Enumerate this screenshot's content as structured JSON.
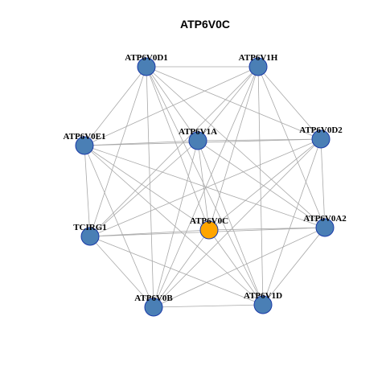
{
  "title": "ATP6V0C",
  "colors": {
    "node_default": "#4a7fb5",
    "node_center": "#ffa500",
    "node_border": "#1a3aa8",
    "edge": "#a8a8a8"
  },
  "nodes": [
    {
      "id": "ATP6V0D1",
      "label": "ATP6V0D1",
      "center": false
    },
    {
      "id": "ATP6V1H",
      "label": "ATP6V1H",
      "center": false
    },
    {
      "id": "ATP6V0E1",
      "label": "ATP6V0E1",
      "center": false
    },
    {
      "id": "ATP6V1A",
      "label": "ATP6V1A",
      "center": false
    },
    {
      "id": "ATP6V0D2",
      "label": "ATP6V0D2",
      "center": false
    },
    {
      "id": "TCIRG1",
      "label": "TCIRG1",
      "center": false
    },
    {
      "id": "ATP6V0C",
      "label": "ATP6V0C",
      "center": true
    },
    {
      "id": "ATP6V0A2",
      "label": "ATP6V0A2",
      "center": false
    },
    {
      "id": "ATP6V0B",
      "label": "ATP6V0B",
      "center": false
    },
    {
      "id": "ATP6V1D",
      "label": "ATP6V1D",
      "center": false
    }
  ],
  "edges": [
    [
      "ATP6V0D1",
      "ATP6V1H"
    ],
    [
      "ATP6V0D1",
      "ATP6V1A"
    ],
    [
      "ATP6V0D1",
      "ATP6V0D2"
    ],
    [
      "ATP6V0D1",
      "TCIRG1"
    ],
    [
      "ATP6V0D1",
      "ATP6V0C"
    ],
    [
      "ATP6V0D1",
      "ATP6V0A2"
    ],
    [
      "ATP6V0D1",
      "ATP6V0B"
    ],
    [
      "ATP6V0D1",
      "ATP6V1D"
    ],
    [
      "ATP6V0D1",
      "ATP6V0E1"
    ],
    [
      "ATP6V1H",
      "ATP6V0E1"
    ],
    [
      "ATP6V1H",
      "ATP6V1A"
    ],
    [
      "ATP6V1H",
      "ATP6V0D2"
    ],
    [
      "ATP6V1H",
      "TCIRG1"
    ],
    [
      "ATP6V1H",
      "ATP6V0C"
    ],
    [
      "ATP6V1H",
      "ATP6V0A2"
    ],
    [
      "ATP6V1H",
      "ATP6V0B"
    ],
    [
      "ATP6V1H",
      "ATP6V1D"
    ],
    [
      "ATP6V0E1",
      "ATP6V1A"
    ],
    [
      "ATP6V0E1",
      "ATP6V0D2"
    ],
    [
      "ATP6V0E1",
      "TCIRG1"
    ],
    [
      "ATP6V0E1",
      "ATP6V0C"
    ],
    [
      "ATP6V0E1",
      "ATP6V0A2"
    ],
    [
      "ATP6V0E1",
      "ATP6V0B"
    ],
    [
      "ATP6V0E1",
      "ATP6V1D"
    ],
    [
      "ATP6V1A",
      "ATP6V0D2"
    ],
    [
      "ATP6V1A",
      "TCIRG1"
    ],
    [
      "ATP6V1A",
      "ATP6V0C"
    ],
    [
      "ATP6V1A",
      "ATP6V0A2"
    ],
    [
      "ATP6V1A",
      "ATP6V0B"
    ],
    [
      "ATP6V1A",
      "ATP6V1D"
    ],
    [
      "ATP6V0D2",
      "TCIRG1"
    ],
    [
      "ATP6V0D2",
      "ATP6V0C"
    ],
    [
      "ATP6V0D2",
      "ATP6V0A2"
    ],
    [
      "ATP6V0D2",
      "ATP6V0B"
    ],
    [
      "ATP6V0D2",
      "ATP6V1D"
    ],
    [
      "TCIRG1",
      "ATP6V0C"
    ],
    [
      "TCIRG1",
      "ATP6V0A2"
    ],
    [
      "TCIRG1",
      "ATP6V0B"
    ],
    [
      "TCIRG1",
      "ATP6V1D"
    ],
    [
      "ATP6V0C",
      "ATP6V0A2"
    ],
    [
      "ATP6V0C",
      "ATP6V0B"
    ],
    [
      "ATP6V0C",
      "ATP6V1D"
    ],
    [
      "ATP6V0A2",
      "ATP6V0B"
    ],
    [
      "ATP6V0A2",
      "ATP6V1D"
    ],
    [
      "ATP6V0B",
      "ATP6V1D"
    ]
  ]
}
